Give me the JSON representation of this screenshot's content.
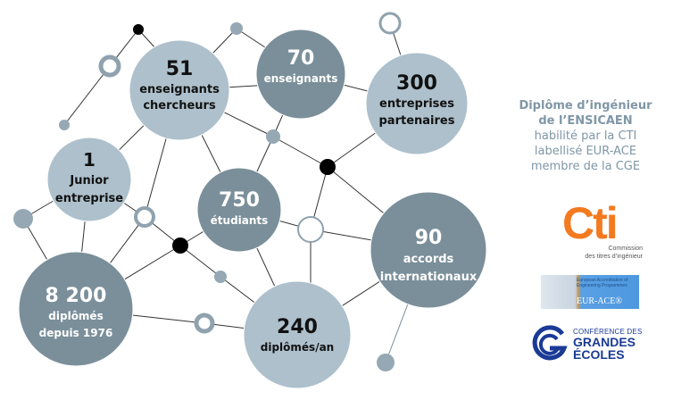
{
  "stats": [
    {
      "value": "51",
      "label1": "enseignants",
      "label2": "chercheurs"
    },
    {
      "value": "70",
      "label1": "enseignants"
    },
    {
      "value": "300",
      "label1": "entreprises",
      "label2": "partenaires"
    },
    {
      "value": "1",
      "label1": "Junior",
      "label2": "entreprise"
    },
    {
      "value": "750",
      "label1": "étudiants"
    },
    {
      "value": "90",
      "label1": "accords",
      "label2": "internationaux"
    },
    {
      "value": "8 200",
      "label1": "diplômés",
      "label2": "depuis 1976"
    },
    {
      "value": "240",
      "label1": "diplômés/an"
    }
  ],
  "side": {
    "line1": "Diplôme d’ingénieur",
    "line2": "de l’ENSICAEN",
    "line3": "habilité par la CTI",
    "line4": "labellisé EUR-ACE",
    "line5": "membre de la CGE"
  },
  "logos": {
    "cti": {
      "word": "Cti",
      "sub1": "Commission",
      "sub2": "des titres d’ingénieur"
    },
    "eurace": {
      "small": "European Accreditation of Engineering Programmes",
      "big": "EUR-ACE®"
    },
    "cge": {
      "line1": "CONFÉRENCE DES",
      "line2": "GRANDES",
      "line3": "ÉCOLES"
    }
  },
  "colors": {
    "light": "#adc0cc",
    "dark": "#7a8f9a",
    "line": "#333333",
    "black": "#000000",
    "text_side": "#7f97a6",
    "cti": "#f47a20",
    "cge": "#1a3a96"
  }
}
